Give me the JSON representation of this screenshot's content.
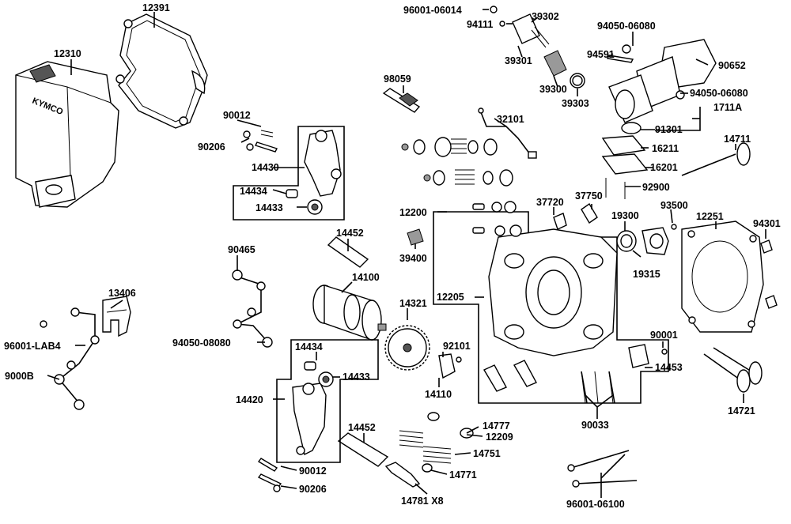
{
  "diagram": {
    "logo_text": "KYMCO",
    "labels": {
      "p12391": "12391",
      "p12310": "12310",
      "p90012a": "90012",
      "p90206a": "90206",
      "p14430": "14430",
      "p14434a": "14434",
      "p14433a": "14433",
      "p90465": "90465",
      "p13406": "13406",
      "p96001lab4": "96001-LAB4",
      "p9000b": "9000B",
      "p94050_08080": "94050-08080",
      "p14452a": "14452",
      "p14100": "14100",
      "p14434b": "14434",
      "p14420": "14420",
      "p14433b": "14433",
      "p14452b": "14452",
      "p90012b": "90012",
      "p90206b": "90206",
      "p96001_06014": "96001-06014",
      "p94111": "94111",
      "p39302": "39302",
      "p39301": "39301",
      "p39300": "39300",
      "p39303": "39303",
      "p94050_06080a": "94050-06080",
      "p94591": "94591",
      "p90652": "90652",
      "p94050_06080b": "94050-06080",
      "p1711a": "1711A",
      "p98059": "98059",
      "p32101": "32101",
      "p91301": "91301",
      "p16211": "16211",
      "p16201": "16201",
      "p14711": "14711",
      "p92900": "92900",
      "p37720": "37720",
      "p37750": "37750",
      "p12200": "12200",
      "p19300": "19300",
      "p93500": "93500",
      "p12251": "12251",
      "p94301": "94301",
      "p39400": "39400",
      "p19315": "19315",
      "p12205": "12205",
      "p14321": "14321",
      "p92101": "92101",
      "p14110": "14110",
      "p90001": "90001",
      "p14453": "14453",
      "p14721": "14721",
      "p90033": "90033",
      "p14777": "14777",
      "p12209": "12209",
      "p14751": "14751",
      "p14771": "14771",
      "p14781": "14781 X8",
      "p96001_06100": "96001-06100"
    }
  }
}
